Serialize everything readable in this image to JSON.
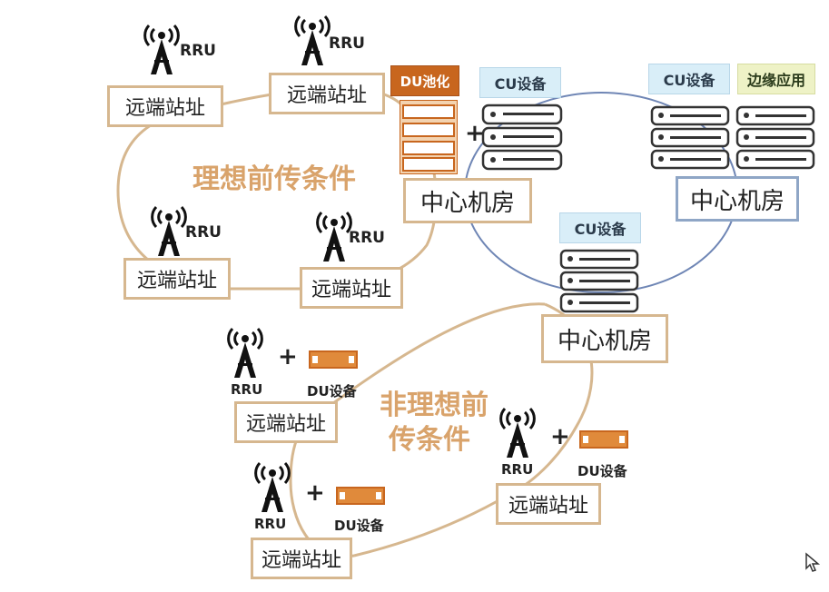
{
  "labels": {
    "rru": "RRU",
    "remote_site": "远端站址",
    "central_office": "中心机房",
    "du_pool": "DU池化",
    "cu_device": "CU设备",
    "edge_app": "边缘应用",
    "du_device": "DU设备",
    "plus": "+"
  },
  "titles": {
    "ideal_fronthaul": "理想前传条件",
    "nonideal_line1": "非理想前",
    "nonideal_line2": "传条件"
  },
  "colors": {
    "site_border": "#d6b78f",
    "accent_orange": "#c8661e",
    "cu_blue": "#d9eef8",
    "edge_green": "#eef2c6",
    "ring_blue": "#6f86b5",
    "ring_tan": "#d6b78f",
    "title_text": "#d9a36b"
  },
  "icons": {
    "antenna": "rru-antenna-icon",
    "server": "server-rack-icon",
    "du_unit": "du-device-icon",
    "cursor": "mouse-cursor-icon"
  }
}
